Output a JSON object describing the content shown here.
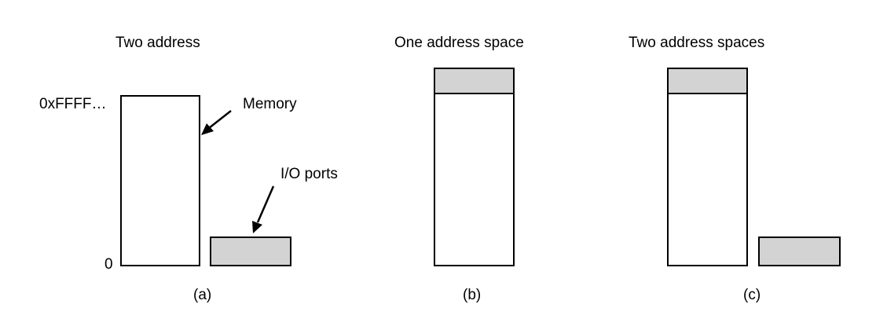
{
  "panels": [
    {
      "title": "Two address",
      "caption": "(a)",
      "memory_label": "Memory",
      "io_label": "I/O ports",
      "top_address": "0xFFFF…",
      "bottom_address": "0"
    },
    {
      "title": "One address space",
      "caption": "(b)"
    },
    {
      "title": "Two address spaces",
      "caption": "(c)"
    }
  ],
  "colors": {
    "io_fill": "#d3d3d3",
    "memory_fill": "#ffffff",
    "stroke": "#000000"
  }
}
